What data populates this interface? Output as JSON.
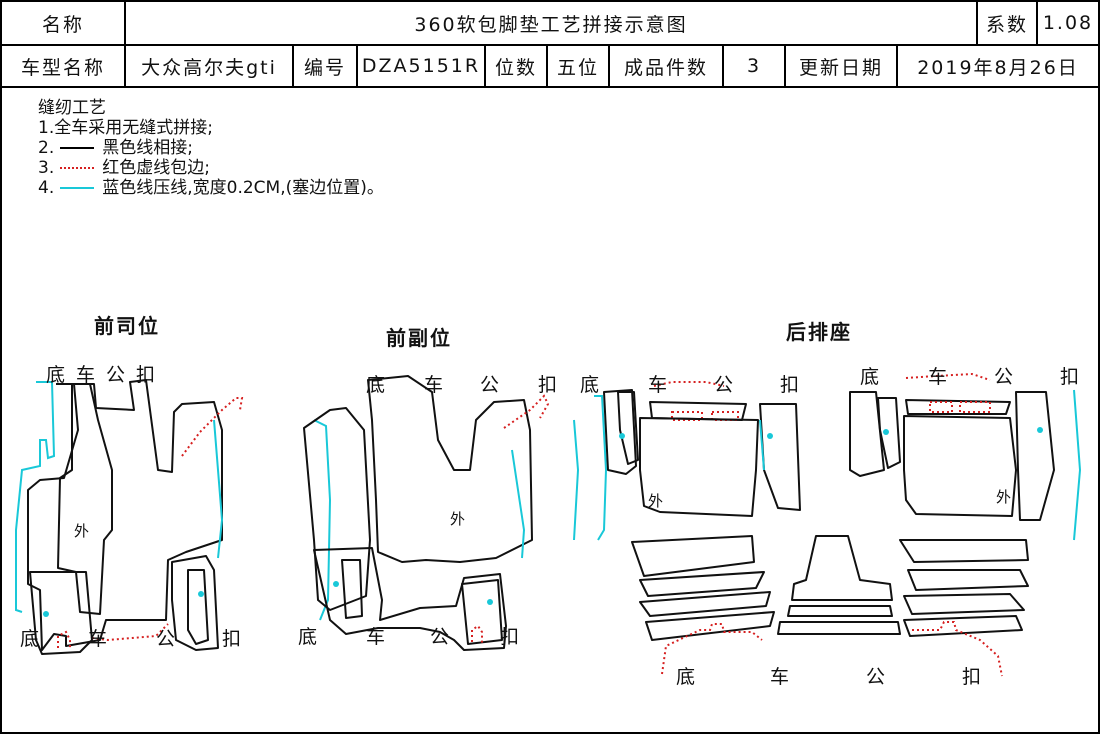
{
  "header": {
    "name_label": "名称",
    "title": "360软包脚垫工艺拼接示意图",
    "coef_label": "系数",
    "coef_value": "1.08",
    "model_label": "车型名称",
    "model_value": "大众高尔夫gti",
    "code_label": "编号",
    "code_value": "DZA5151R",
    "seats_label": "位数",
    "seats_value": "五位",
    "pieces_label": "成品件数",
    "pieces_value": "3",
    "date_label": "更新日期",
    "date_value": "2019年8月26日"
  },
  "notes": {
    "heading": "缝纫工艺",
    "line1": "1.全车采用无缝式拼接;",
    "line2_num": "2.",
    "line2": "黑色线相接;",
    "line3_num": "3.",
    "line3": "红色虚线包边;",
    "line4_num": "4.",
    "line4": "蓝色线压线,宽度0.2CM,(塞边位置)。"
  },
  "sections": {
    "driver": "前司位",
    "passenger": "前副位",
    "rear": "后排座"
  },
  "labels": {
    "di": "底",
    "che": "车",
    "gong": "公",
    "kou": "扣",
    "wai": "外"
  },
  "colors": {
    "seam_black": "#111111",
    "hem_red": "#d62020",
    "press_cyan": "#19c8d8"
  }
}
